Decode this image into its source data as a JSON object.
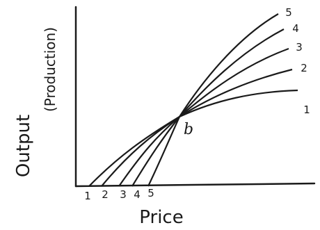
{
  "diagram": {
    "x_label": "Price",
    "y_label": "Output",
    "y_sublabel": "(Production)",
    "intersection_label": "b",
    "curves": [
      {
        "start_label": "1",
        "end_label": "1"
      },
      {
        "start_label": "2",
        "end_label": "2"
      },
      {
        "start_label": "3",
        "end_label": "3"
      },
      {
        "start_label": "4",
        "end_label": "4"
      },
      {
        "start_label": "5",
        "end_label": "5"
      }
    ],
    "ink_color": "#1a1a1a"
  }
}
